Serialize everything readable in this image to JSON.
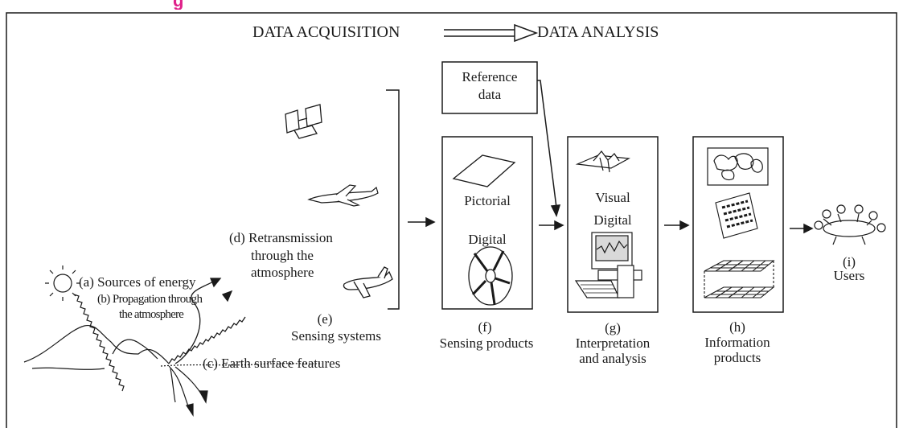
{
  "header": {
    "acquisition": "DATA ACQUISITION",
    "analysis": "DATA ANALYSIS",
    "partial_title": "g"
  },
  "labels": {
    "a": "(a) Sources of energy",
    "b1": "(b) Propagation through",
    "b2": "the atmosphere",
    "c": "(c) Earth surface features",
    "d1": "(d) Retransmission",
    "d2": "through the",
    "d3": "atmosphere",
    "e_letter": "(e)",
    "e": "Sensing systems",
    "f_letter": "(f)",
    "f": "Sensing products",
    "g_letter": "(g)",
    "g1": "Interpretation",
    "g2": "and analysis",
    "h_letter": "(h)",
    "h1": "Information",
    "h2": "products",
    "i_letter": "(i)",
    "i": "Users"
  },
  "reference_box": {
    "line1": "Reference",
    "line2": "data"
  },
  "products_box": {
    "pictorial": "Pictorial",
    "digital": "Digital"
  },
  "interpretation_box": {
    "visual": "Visual",
    "digital": "Digital"
  },
  "icons": [
    "sun-icon",
    "mountain-terrain-icon",
    "satellite-icon",
    "airplane-icon",
    "small-plane-icon",
    "photo-sheet-icon",
    "data-disk-icon",
    "terrain-map-icon",
    "computer-workstation-icon",
    "thematic-map-icon",
    "data-table-icon",
    "grid-layers-icon",
    "users-meeting-icon"
  ],
  "colors": {
    "line": "#1a1a1a",
    "title_accent": "#e0218a",
    "background": "#ffffff"
  }
}
